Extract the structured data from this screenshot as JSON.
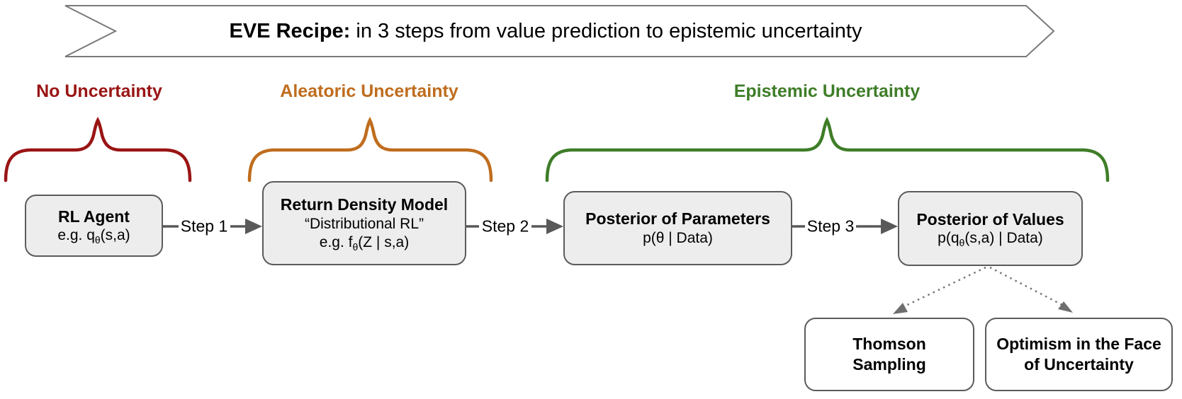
{
  "banner": {
    "title_bold": "EVE Recipe:",
    "title_rest": " in 3 steps from value prediction to epistemic uncertainty"
  },
  "sections": {
    "no_uncertainty": {
      "label": "No Uncertainty",
      "color": "#9a1414"
    },
    "aleatoric": {
      "label": "Aleatoric Uncertainty",
      "color": "#bf6d1e"
    },
    "epistemic": {
      "label": "Epistemic Uncertainty",
      "color": "#3e7d28"
    }
  },
  "steps": {
    "step1": "Step 1",
    "step2": "Step 2",
    "step3": "Step 3"
  },
  "nodes": {
    "rl_agent": {
      "title": "RL Agent",
      "formula_pre": "e.g. q",
      "formula_sub": "θ",
      "formula_post": "(s,a)"
    },
    "return_density": {
      "title": "Return Density Model",
      "subtitle": "“Distributional RL”",
      "formula_pre": "e.g. f",
      "formula_sub": "θ",
      "formula_post": "(Z | s,a)"
    },
    "posterior_parameters": {
      "title": "Posterior of Parameters",
      "formula": "p(θ | Data)"
    },
    "posterior_values": {
      "title": "Posterior of Values",
      "formula_pre": "p(q",
      "formula_sub": "θ",
      "formula_post": "(s,a) | Data)"
    },
    "thomson_sampling": {
      "title": "Thomson Sampling"
    },
    "optimism": {
      "title": "Optimism in the Face of Uncertainty"
    }
  },
  "colors": {
    "node_fill": "#ededed",
    "outcome_fill": "#ffffff",
    "node_border": "#5b5b5b",
    "connector": "#595959",
    "dotted_connector": "#757575",
    "banner_border": "#7a7a7a"
  }
}
